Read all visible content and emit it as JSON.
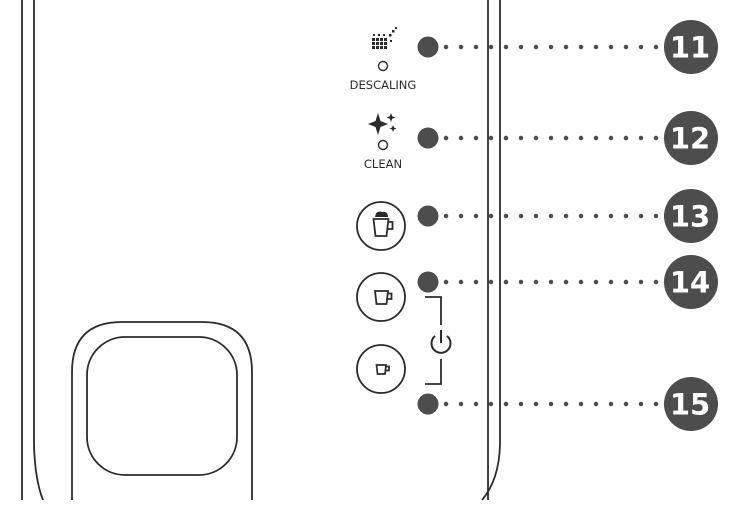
{
  "indicators": {
    "descaling": {
      "label": "DESCALING",
      "icon": "descaling-icon"
    },
    "clean": {
      "label": "CLEAN",
      "icon": "sparkle-icon"
    }
  },
  "buttons": [
    {
      "icon": "cappuccino-cup-icon"
    },
    {
      "icon": "lungo-cup-icon"
    },
    {
      "icon": "espresso-cup-icon"
    }
  ],
  "power": {
    "icon": "power-icon"
  },
  "callouts": [
    {
      "number": "11"
    },
    {
      "number": "12"
    },
    {
      "number": "13"
    },
    {
      "number": "14"
    },
    {
      "number": "15"
    }
  ],
  "colors": {
    "line": "#2b2b2b",
    "callout": "#4d4d4d"
  }
}
